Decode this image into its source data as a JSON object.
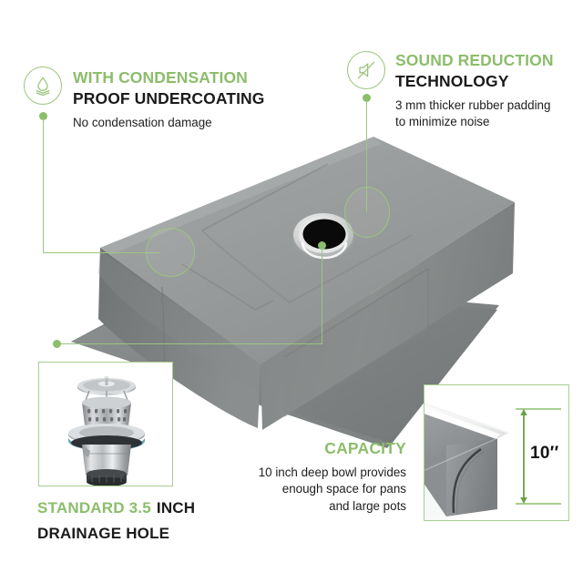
{
  "product": {
    "name": "undermount-kitchen-sink",
    "description": "Single bowl stainless steel undermount kitchen sink shown upside down with gray sound-deadening undercoating"
  },
  "theme": {
    "green": "#8cbd6b",
    "green_line": "#9cc47e",
    "frame_border": "#a9cd90",
    "text_dark": "#1b1b1b",
    "background": "#ffffff"
  },
  "callouts": [
    {
      "id": "condensation",
      "icon": "water-drop-icon",
      "title_green": "WITH CONDENSATION",
      "title_black": "PROOF UNDERCOATING",
      "body": "No condensation damage"
    },
    {
      "id": "sound-reduction",
      "icon": "muted-speaker-icon",
      "title_green": "SOUND REDUCTION",
      "title_black": "TECHNOLOGY",
      "body_line1": "3 mm thicker rubber padding",
      "body_line2": "to minimize noise"
    }
  ],
  "drain_feature": {
    "id": "drainage-hole",
    "photo_alt": "stainless-steel-basket-strainer-drain-assembly",
    "caption_green": "STANDARD 3.5",
    "caption_black_inline": "INCH",
    "caption_black_line2": "DRAINAGE HOLE"
  },
  "capacity_feature": {
    "id": "capacity",
    "title": "CAPACITY",
    "body_line1": "10 inch deep bowl provides",
    "body_line2": "enough space for pans",
    "body_line3": "and large pots",
    "photo_alt": "sink-bowl-corner-cutaway-view",
    "dimension_label": "10′′"
  }
}
